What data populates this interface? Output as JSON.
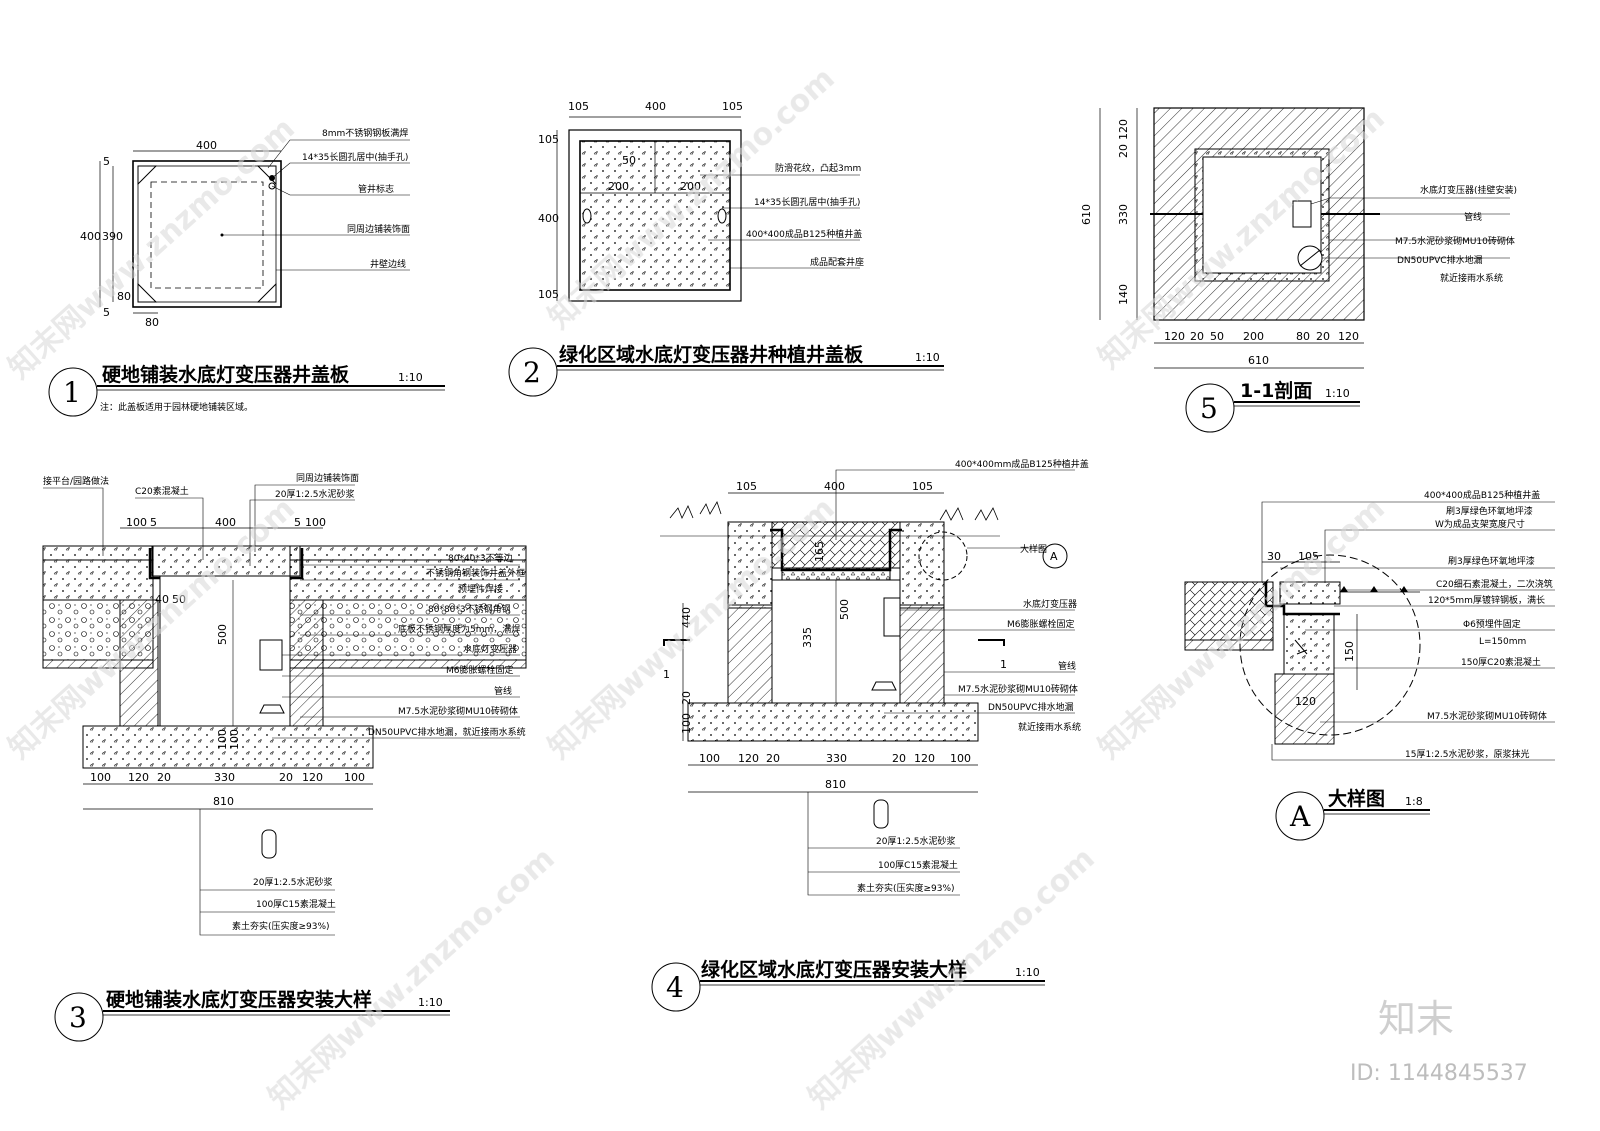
{
  "titles": {
    "d1": {
      "num": "1",
      "text": "硬地铺装水底灯变压器井盖板",
      "scale": "1:10",
      "note": "注：此盖板适用于园林硬地铺装区域。"
    },
    "d2": {
      "num": "2",
      "text": "绿化区域水底灯变压器井种植井盖板",
      "scale": "1:10"
    },
    "d3": {
      "num": "3",
      "text": "硬地铺装水底灯变压器安装大样",
      "scale": "1:10"
    },
    "d4": {
      "num": "4",
      "text": "绿化区域水底灯变压器安装大样",
      "scale": "1:10"
    },
    "d5": {
      "num": "5",
      "text": "1-1剖面",
      "scale": "1:10"
    },
    "dA": {
      "num": "A",
      "text": "大样图",
      "scale": "1:8"
    }
  },
  "d1": {
    "dims": {
      "top": "400",
      "left_a": "5",
      "left_b": "400",
      "left_c": "390",
      "left_d": "80",
      "left_e": "5",
      "bottom": "80"
    },
    "labels": [
      "8mm不锈钢钢板满焊",
      "14*35长圆孔居中(抽手孔)",
      "管井标志",
      "同周边铺装饰面",
      "井壁边线"
    ]
  },
  "d2": {
    "dims": {
      "top_a": "105",
      "top_b": "400",
      "top_c": "105",
      "left_a": "105",
      "left_b": "400",
      "left_c": "105",
      "inner_a": "200",
      "inner_b": "200",
      "inner_c": "50"
    },
    "labels": [
      "防滑花纹，凸起3mm",
      "14*35长圆孔居中(抽手孔)",
      "400*400成品B125种植井盖",
      "成品配套井座"
    ]
  },
  "d5": {
    "dims": {
      "left_a": "120",
      "left_b": "20",
      "left_c": "330",
      "left_d": "140",
      "left_total": "610",
      "bot": [
        "120",
        "20",
        "50",
        "200",
        "80",
        "20",
        "120"
      ],
      "bot_total": "610"
    },
    "labels": [
      "水底灯变压器(挂壁安装)",
      "管线",
      "M7.5水泥砂浆砌MU10砖砌体",
      "DN50UPVC排水地漏",
      "就近接雨水系统"
    ]
  },
  "d3": {
    "dims": {
      "top": [
        "100",
        "5",
        "400",
        "5",
        "100"
      ],
      "mid_a": "40",
      "mid_b": "50",
      "height": "500",
      "base_a": "100",
      "base_b": "100",
      "bot": [
        "100",
        "120",
        "20",
        "330",
        "20",
        "120",
        "100"
      ],
      "total": "810"
    },
    "left_labels": [
      "接平台/园路做法",
      "C20素混凝土"
    ],
    "top_labels": [
      "同周边铺装饰面",
      "20厚1:2.5水泥砂浆"
    ],
    "labels": [
      "80*40*3不等边",
      "不锈钢角钢装饰井盖外框",
      "预埋件焊接",
      "80*80*3不锈钢角钢",
      "底板不锈钢厚度为5mm，满焊",
      "水底灯变压器",
      "M6膨胀螺栓固定",
      "管线",
      "M7.5水泥砂浆砌MU10砖砌体",
      "DN50UPVC排水地漏，就近接雨水系统"
    ],
    "base_labels": [
      "20厚1:2.5水泥砂浆",
      "100厚C15素混凝土",
      "素土夯实(压实度≥93%)"
    ]
  },
  "d4": {
    "dims": {
      "top": [
        "105",
        "400",
        "105"
      ],
      "h_a": "165",
      "h_b": "500",
      "h_c": "440",
      "h_d": "335",
      "h_e": "20",
      "h_f": "100",
      "bot": [
        "100",
        "120",
        "20",
        "330",
        "20",
        "120",
        "100"
      ],
      "total": "810"
    },
    "cut": "1",
    "top_label": "400*400mm成品B125种植井盖",
    "callout": "大样图",
    "callout_ref": "A",
    "labels": [
      "水底灯变压器",
      "M6膨胀螺栓固定",
      "管线",
      "M7.5水泥砂浆砌MU10砖砌体",
      "DN50UPVC排水地漏",
      "就近接雨水系统"
    ],
    "base_labels": [
      "20厚1:2.5水泥砂浆",
      "100厚C15素混凝土",
      "素土夯实(压实度≥93%)"
    ]
  },
  "dA": {
    "dims": {
      "a": "30",
      "b": "105",
      "c": "150",
      "d": "120"
    },
    "labels": [
      "400*400成品B125种植井盖",
      "刷3厚绿色环氧地坪漆",
      "W为成品支架宽度尺寸",
      "刷3厚绿色环氧地坪漆",
      "C20细石素混凝土，二次浇筑",
      "120*5mm厚镀锌钢板，满长",
      "Φ6预埋件固定",
      "L=150mm",
      "150厚C20素混凝土",
      "M7.5水泥砂浆砌MU10砖砌体",
      "15厚1:2.5水泥砂浆，原浆抹光"
    ]
  },
  "watermark": {
    "text": "知末网www.znzmo.com",
    "brand": "知末",
    "id": "ID: 1144845537"
  }
}
